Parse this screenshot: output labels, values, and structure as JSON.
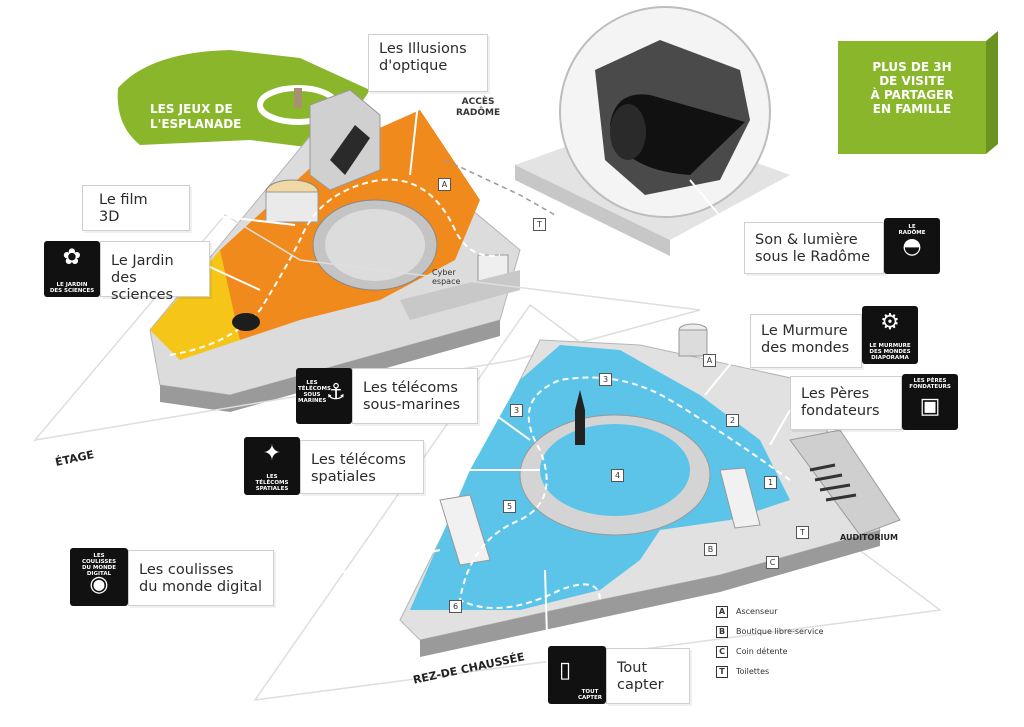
{
  "corner_box": {
    "text": "PLUS DE 3H\nDE VISITE\nÀ PARTAGER\nEN FAMILLE"
  },
  "esplanade": {
    "label": "LES JEUX DE\nL'ESPLANADE"
  },
  "floors": {
    "upper": "ÉTAGE",
    "ground": "REZ-DE CHAUSSÉE"
  },
  "acces_radome": "ACCÈS\nRADÔME",
  "cyber_espace": "Cyber\nespace",
  "auditorium": "AUDITORIUM",
  "zone_numbers": [
    "1",
    "2",
    "3",
    "3",
    "4",
    "5",
    "6"
  ],
  "map_keys": [
    "A",
    "T",
    "A",
    "B",
    "C",
    "T"
  ],
  "callouts": [
    {
      "id": "illusions",
      "text": "Les Illusions\nd'optique"
    },
    {
      "id": "film3d",
      "text": "Le film\n3D"
    },
    {
      "id": "jardin",
      "text": "Le Jardin\ndes sciences",
      "badge": "LE JARDIN\nDES SCIENCES",
      "icon": "plant-icon"
    },
    {
      "id": "radome",
      "text": "Son & lumière\nsous le Radôme",
      "badge": "LE\nRADÔME",
      "icon": "radome-icon"
    },
    {
      "id": "murmure",
      "text": "Le Murmure\ndes mondes",
      "badge": "LE MURMURE\nDES MONDES\nDIAPORAMA",
      "icon": "projector-icon"
    },
    {
      "id": "peres",
      "text": "Les Pères\nfondateurs",
      "badge": "LES PÈRES\nFONDATEURS",
      "icon": "portrait-icon"
    },
    {
      "id": "sousmarines",
      "text": "Les télécoms\nsous-marines",
      "badge": "LES\nTÉLÉCOMS\nSOUS\nMARINES",
      "icon": "anchor-icon"
    },
    {
      "id": "spatiales",
      "text": "Les télécoms\nspatiales",
      "badge": "LES\nTÉLÉCOMS\nSPATIALES",
      "icon": "satellite-icon"
    },
    {
      "id": "coulisses",
      "text": "Les coulisses\ndu monde digital",
      "badge": "LES\nCOULISSES\nDU MONDE\nDIGITAL",
      "icon": "globe-icon"
    },
    {
      "id": "toutcapter",
      "text": "Tout\ncapter",
      "badge": "TOUT\nCAPTER",
      "icon": "phone-icon"
    }
  ],
  "legend": [
    {
      "key": "A",
      "label": "Ascenseur"
    },
    {
      "key": "B",
      "label": "Boutique libre-service"
    },
    {
      "key": "C",
      "label": "Coin détente"
    },
    {
      "key": "T",
      "label": "Toilettes"
    }
  ],
  "colors": {
    "green": "#8ab62c",
    "orange": "#f08a1c",
    "yellow": "#f5c518",
    "blue": "#5bc4e8",
    "grey": "#d9d9d9"
  }
}
